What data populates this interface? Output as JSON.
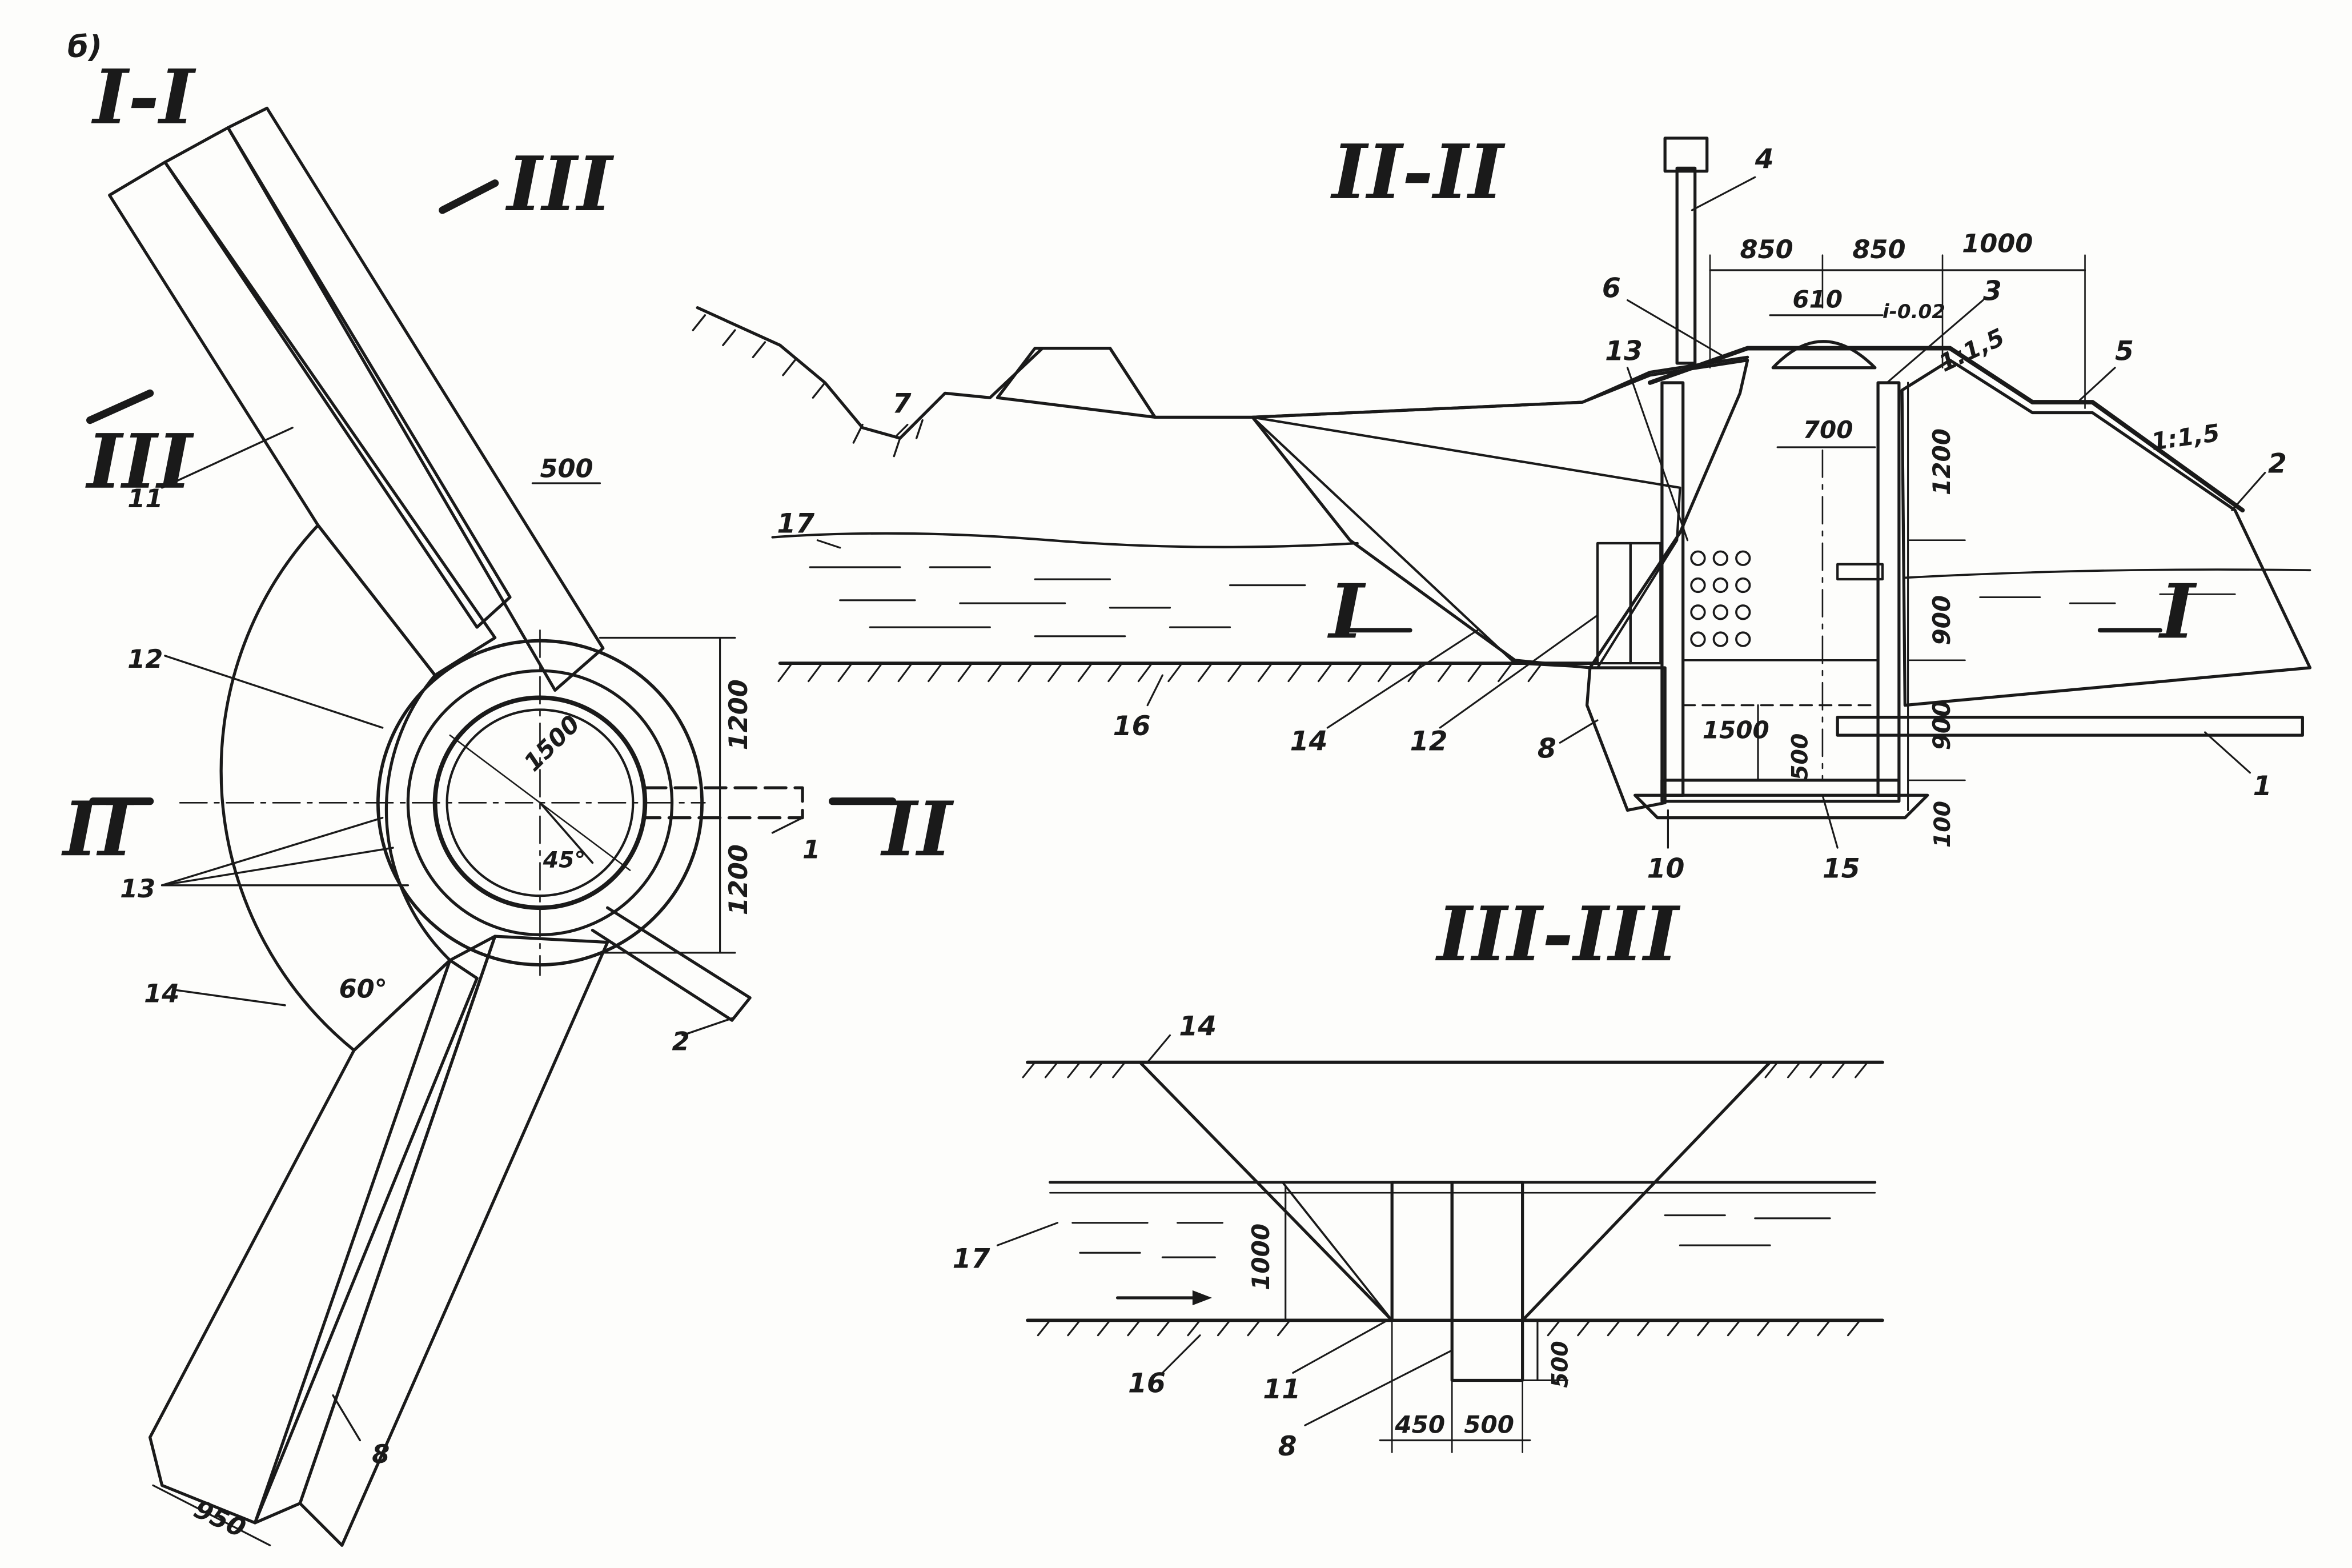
{
  "figure_label": "б)",
  "sections": {
    "s1": "I-I",
    "s2": "II-II",
    "s3": "III-III",
    "marker_1": "I",
    "marker_2": "II",
    "marker_3": "III"
  },
  "dims_plan": {
    "d500": "500",
    "d1200a": "1200",
    "d1200b": "1200",
    "d1500": "1500",
    "a45": "45°",
    "a60": "60°",
    "d950": "950"
  },
  "dims_section2": {
    "d850a": "850",
    "d850b": "850",
    "d1000": "1000",
    "d610": "610",
    "slope_i": "i-0.02",
    "slope_a": "1:1,5",
    "slope_b": "1:1,5",
    "d700": "700",
    "d1200": "1200",
    "d900a": "900",
    "d900b": "900",
    "d1500": "1500",
    "d500": "500",
    "d100": "100"
  },
  "dims_section3": {
    "d1000": "1000",
    "d500": "500",
    "d450": "450",
    "d500b": "500"
  },
  "callouts_plan": [
    "11",
    "12",
    "13",
    "14",
    "1",
    "2",
    "8"
  ],
  "callouts_section2": [
    "4",
    "6",
    "3",
    "5",
    "2",
    "13",
    "7",
    "17",
    "16",
    "14",
    "12",
    "8",
    "10",
    "15",
    "1"
  ],
  "callouts_section3": [
    "14",
    "17",
    "16",
    "11",
    "8"
  ],
  "colors": {
    "ink": "#1a1a1a",
    "paper": "#fdfdfb"
  }
}
